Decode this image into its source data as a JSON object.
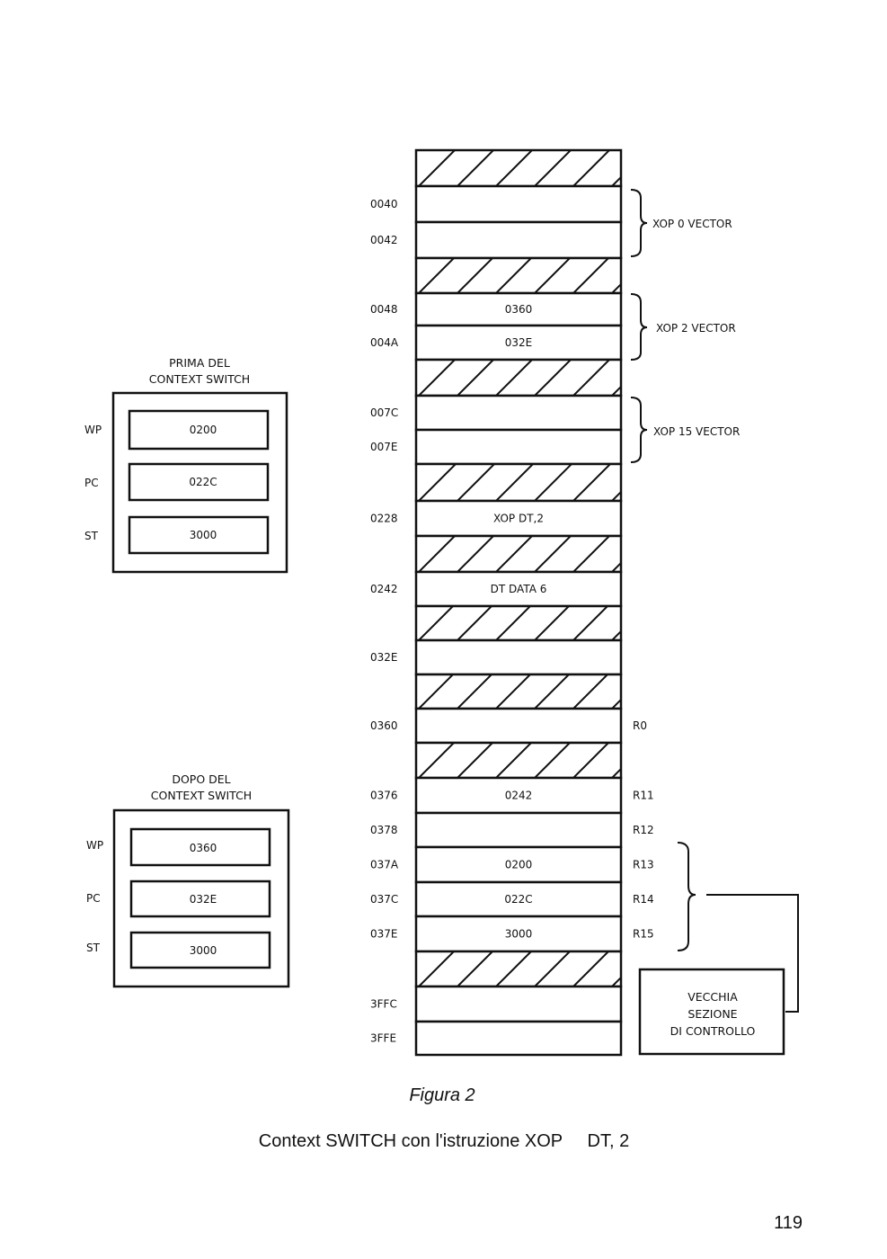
{
  "before_panel": {
    "title_line1": "PRIMA DEL",
    "title_line2": "CONTEXT SWITCH",
    "registers": [
      {
        "name": "WP",
        "value": "0200"
      },
      {
        "name": "PC",
        "value": "022C"
      },
      {
        "name": "ST",
        "value": "3000"
      }
    ]
  },
  "after_panel": {
    "title_line1": "DOPO DEL",
    "title_line2": "CONTEXT SWITCH",
    "registers": [
      {
        "name": "WP",
        "value": "0360"
      },
      {
        "name": "PC",
        "value": "032E"
      },
      {
        "name": "ST",
        "value": "3000"
      }
    ]
  },
  "memory": {
    "cells": [
      {
        "address": "",
        "content": "",
        "hatched": true,
        "register": ""
      },
      {
        "address": "0040",
        "content": "",
        "hatched": false,
        "register": ""
      },
      {
        "address": "0042",
        "content": "",
        "hatched": false,
        "register": ""
      },
      {
        "address": "",
        "content": "",
        "hatched": true,
        "register": ""
      },
      {
        "address": "0048",
        "content": "0360",
        "hatched": false,
        "register": ""
      },
      {
        "address": "004A",
        "content": "032E",
        "hatched": false,
        "register": ""
      },
      {
        "address": "",
        "content": "",
        "hatched": true,
        "register": ""
      },
      {
        "address": "007C",
        "content": "",
        "hatched": false,
        "register": ""
      },
      {
        "address": "007E",
        "content": "",
        "hatched": false,
        "register": ""
      },
      {
        "address": "",
        "content": "",
        "hatched": true,
        "register": ""
      },
      {
        "address": "0228",
        "content": "XOP    DT,2",
        "hatched": false,
        "register": ""
      },
      {
        "address": "",
        "content": "",
        "hatched": true,
        "register": ""
      },
      {
        "address": "0242",
        "content": "DT DATA 6",
        "hatched": false,
        "register": ""
      },
      {
        "address": "",
        "content": "",
        "hatched": true,
        "register": ""
      },
      {
        "address": "032E",
        "content": "",
        "hatched": false,
        "register": ""
      },
      {
        "address": "",
        "content": "",
        "hatched": true,
        "register": ""
      },
      {
        "address": "0360",
        "content": "",
        "hatched": false,
        "register": "R0"
      },
      {
        "address": "",
        "content": "",
        "hatched": true,
        "register": ""
      },
      {
        "address": "0376",
        "content": "0242",
        "hatched": false,
        "register": "R11"
      },
      {
        "address": "0378",
        "content": "",
        "hatched": false,
        "register": "R12"
      },
      {
        "address": "037A",
        "content": "0200",
        "hatched": false,
        "register": "R13"
      },
      {
        "address": "037C",
        "content": "022C",
        "hatched": false,
        "register": "R14"
      },
      {
        "address": "037E",
        "content": "3000",
        "hatched": false,
        "register": "R15"
      },
      {
        "address": "",
        "content": "",
        "hatched": true,
        "register": ""
      },
      {
        "address": "3FFC",
        "content": "",
        "hatched": false,
        "register": ""
      },
      {
        "address": "3FFE",
        "content": "",
        "hatched": false,
        "register": ""
      }
    ],
    "vectors": [
      {
        "label": "XOP 0 VECTOR"
      },
      {
        "label": "XOP 2 VECTOR"
      },
      {
        "label": "XOP 15 VECTOR"
      }
    ]
  },
  "control_box": {
    "line1": "VECCHIA",
    "line2": "SEZIONE",
    "line3": "DI CONTROLLO"
  },
  "figure_label": "Figura 2",
  "caption": "Context SWITCH con l'istruzione XOP     DT, 2",
  "page_number": "119"
}
